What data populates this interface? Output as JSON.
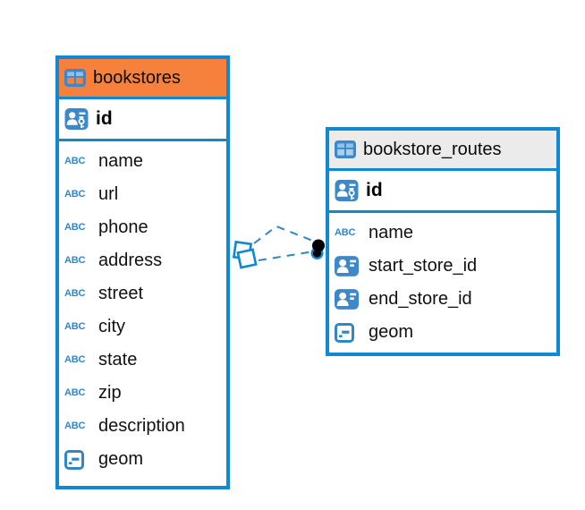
{
  "diagram": {
    "colors": {
      "accent_blue": "#1189D2",
      "icon_blue": "#3D88C9",
      "bookstores_header_orange": "#F6813D",
      "routes_header_gray": "#EBEBEB",
      "connector_blue": "#2F87C8"
    },
    "icons": {
      "text_type_label": "ABC"
    },
    "tables": [
      {
        "name": "bookstores",
        "primary_key": "id",
        "columns": [
          {
            "name": "name",
            "type": "text"
          },
          {
            "name": "url",
            "type": "text"
          },
          {
            "name": "phone",
            "type": "text"
          },
          {
            "name": "address",
            "type": "text"
          },
          {
            "name": "street",
            "type": "text"
          },
          {
            "name": "city",
            "type": "text"
          },
          {
            "name": "state",
            "type": "text"
          },
          {
            "name": "zip",
            "type": "text"
          },
          {
            "name": "description",
            "type": "text"
          },
          {
            "name": "geom",
            "type": "geometry"
          }
        ]
      },
      {
        "name": "bookstore_routes",
        "primary_key": "id",
        "columns": [
          {
            "name": "name",
            "type": "text"
          },
          {
            "name": "start_store_id",
            "type": "reference"
          },
          {
            "name": "end_store_id",
            "type": "reference"
          },
          {
            "name": "geom",
            "type": "geometry"
          }
        ]
      }
    ],
    "relationships": [
      {
        "from": "bookstore_routes.start_store_id",
        "to": "bookstores.id",
        "style": "dashed"
      },
      {
        "from": "bookstore_routes.end_store_id",
        "to": "bookstores.id",
        "style": "dashed"
      }
    ]
  }
}
